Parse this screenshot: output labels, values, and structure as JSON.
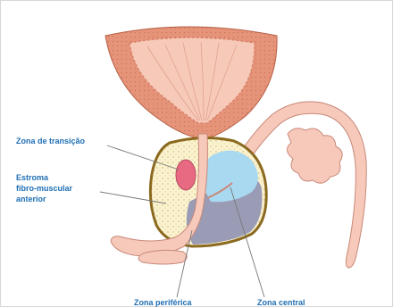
{
  "labels": {
    "transition_zone": "Zona de transição",
    "stroma_line1": "Estroma",
    "stroma_line2": "fibro-muscular",
    "stroma_line3": "anterior",
    "peripheral_zone": "Zona periférica",
    "central_zone": "Zona central"
  },
  "colors": {
    "label_text": "#1f6fb5",
    "bladder_wall": "#e59479",
    "bladder_inner": "#f7c9b8",
    "urethra": "#f6c9bb",
    "prostate_outline": "#8b6a20",
    "stroma_fill": "#fbf3cf",
    "transition_zone_fill": "#e86a82",
    "central_zone_fill": "#a9d9f0",
    "peripheral_zone_fill": "#9a9cb6",
    "leader_line": "#777777"
  }
}
